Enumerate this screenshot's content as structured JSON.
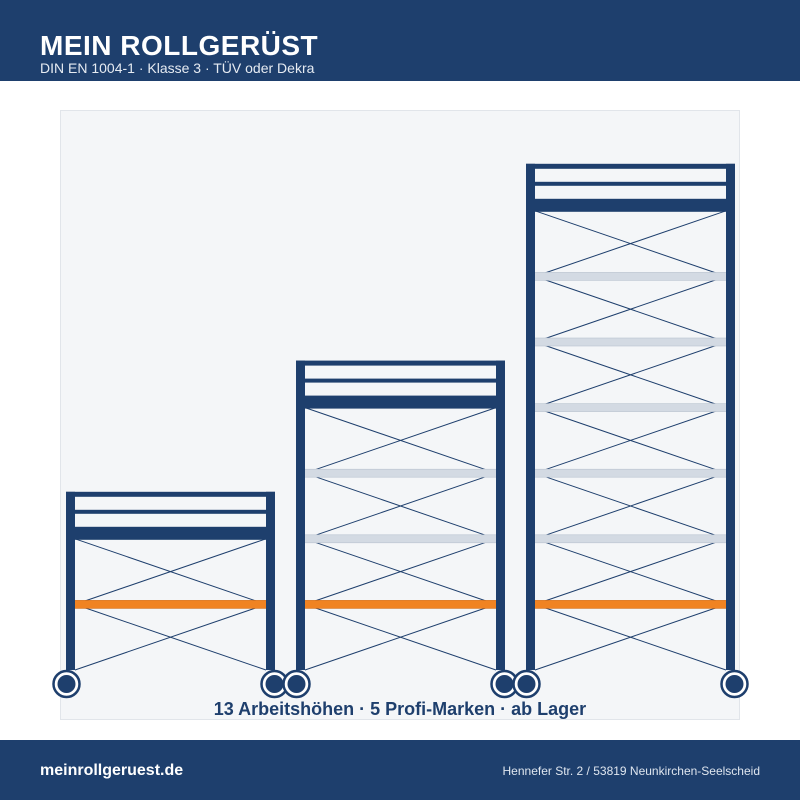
{
  "header": {
    "title": "MEIN ROLLGERÜST",
    "subtitle": "DIN EN 1004-1 · Klasse 3 · TÜV oder Dekra"
  },
  "illustration": {
    "scaffolds": [
      {
        "label": "small",
        "floors": 2,
        "highlight_floor": 1
      },
      {
        "label": "medium",
        "floors": 4,
        "highlight_floor": 1
      },
      {
        "label": "large",
        "floors": 7,
        "highlight_floor": 1
      }
    ],
    "colors": {
      "frame": "#1e3f6d",
      "highlight_platform": "#f08322",
      "platform": "#d3dae3",
      "panel_background": "#f4f6f8"
    }
  },
  "tagline": "13 Arbeitshöhen · 5 Profi-Marken · ab Lager",
  "footer": {
    "url": "meinrollgeruest.de",
    "address": "Hennefer Str. 2 / 53819 Neunkirchen-Seelscheid"
  }
}
